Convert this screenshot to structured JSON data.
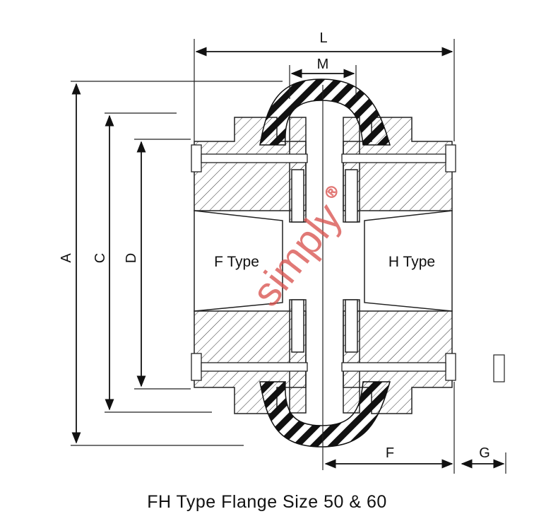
{
  "dimensions": {
    "L": "L",
    "M": "M",
    "A": "A",
    "C": "C",
    "D": "D",
    "F": "F",
    "G": "G"
  },
  "labels": {
    "left_type": "F Type",
    "right_type": "H Type"
  },
  "watermark": {
    "text": "simply",
    "mark": "®"
  },
  "caption": "FH Type Flange Size 50 & 60",
  "colors": {
    "line": "#222222",
    "watermark": "#d9534f"
  }
}
